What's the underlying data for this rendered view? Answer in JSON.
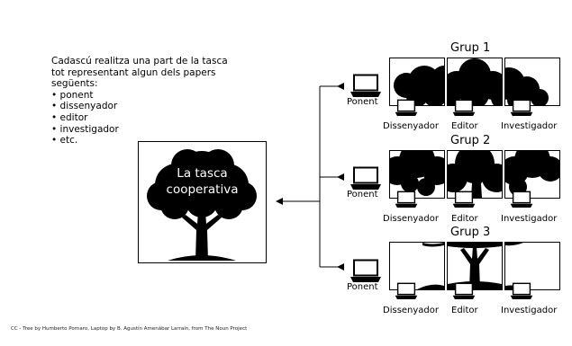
{
  "intro": {
    "line1": "Cadascú realitza una part de la tasca",
    "line2": "tot representant algun dels papers",
    "line3": "següents:",
    "roles": [
      "ponent",
      "dissenyador",
      "editor",
      "investigador",
      "etc."
    ]
  },
  "task": {
    "line1": "La tasca",
    "line2": "cooperativa"
  },
  "groups": [
    {
      "title": "Grup 1",
      "speaker": "Ponent",
      "roles": [
        "Dissenyador",
        "Editor",
        "Investigador"
      ]
    },
    {
      "title": "Grup 2",
      "speaker": "Ponent",
      "roles": [
        "Dissenyador",
        "Editor",
        "Investigador"
      ]
    },
    {
      "title": "Grup 3",
      "speaker": "Ponent",
      "roles": [
        "Dissenyador",
        "Editor",
        "Investigador"
      ]
    }
  ],
  "credit": "CC - Tree by Humberto Pornaro, Laptop by B. Agustín Amenábar Larraín, from The Noun Project"
}
